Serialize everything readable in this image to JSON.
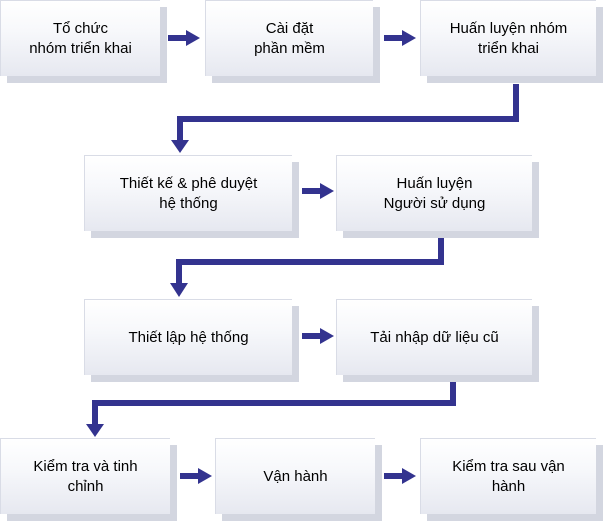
{
  "steps": [
    {
      "id": "to-chuc",
      "label": "Tổ chức\nnhóm triển khai"
    },
    {
      "id": "cai-dat",
      "label": "Cài đặt\nphần mềm"
    },
    {
      "id": "huan-luyen-nhom",
      "label": "Huấn luyện  nhóm\ntriển khai"
    },
    {
      "id": "thiet-ke",
      "label": "Thiết kế & phê duyệt\nhệ thống"
    },
    {
      "id": "huan-luyen-nguoi-dung",
      "label": "Huấn luyện\nNgười sử dụng"
    },
    {
      "id": "thiet-lap",
      "label": "Thiết lập hệ thống"
    },
    {
      "id": "tai-nhap",
      "label": "Tải nhập dữ liệu cũ"
    },
    {
      "id": "kiem-tra",
      "label": "Kiểm tra và tinh\nchỉnh"
    },
    {
      "id": "van-hanh",
      "label": "Vận hành"
    },
    {
      "id": "kiem-tra-sau",
      "label": "Kiểm tra sau vận\nhành"
    }
  ],
  "colors": {
    "arrow": "#33338f",
    "box_shadow": "#d3d6e0"
  }
}
